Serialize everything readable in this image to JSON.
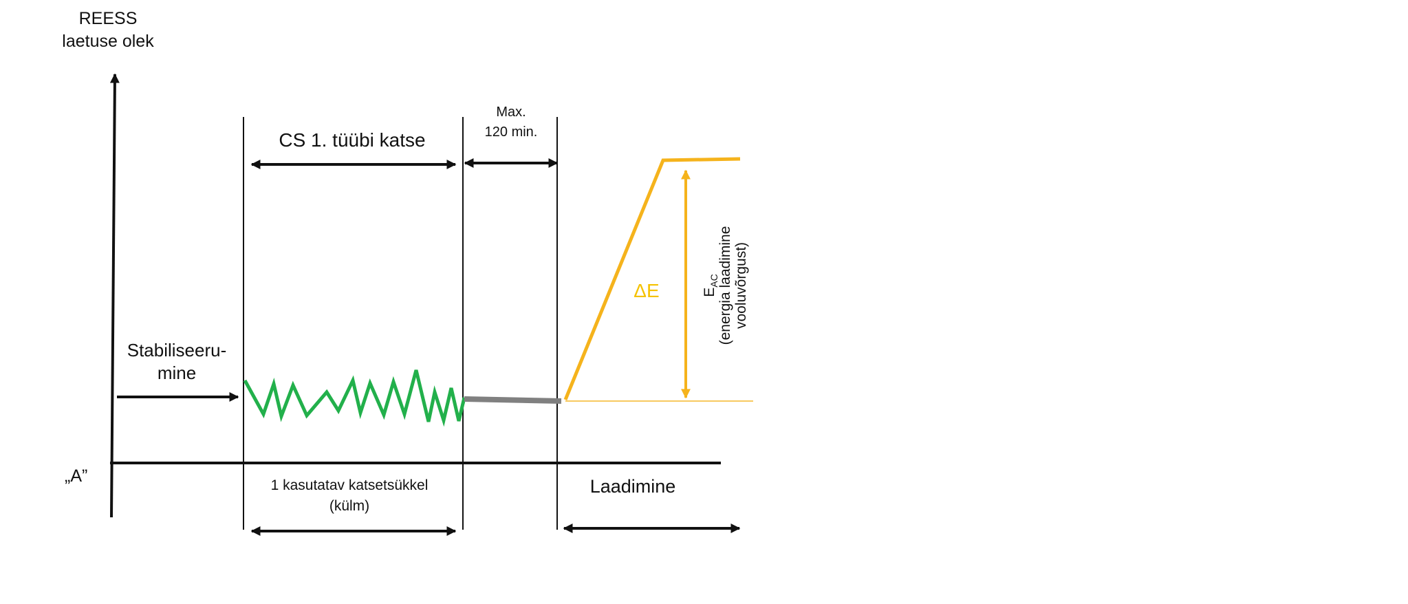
{
  "y_axis_label_line1": "REESS",
  "y_axis_label_line2": "laetuse olek",
  "baseline_label": "„A”",
  "stabilization_label_line1": "Stabiliseeru-",
  "stabilization_label_line2": "mine",
  "cs_test_label": "CS 1. tüübi katse",
  "max_time_line1": "Max.",
  "max_time_line2": "120 min.",
  "cycle_label_line1": "1 kasutatav katsetsükkel",
  "cycle_label_line2": "(külm)",
  "charging_label": "Laadimine",
  "delta_e_label": "ΔE",
  "eac_main": "E",
  "eac_subscript": "AC",
  "eac_desc_line1": "(energia laadimine",
  "eac_desc_line2": "vooluvõrgust)",
  "colors": {
    "axis": "#111111",
    "discharge_cycle": "#22b04b",
    "soak": "#808080",
    "charging": "#f5b31c",
    "delta_e_text": "#f5c200"
  }
}
